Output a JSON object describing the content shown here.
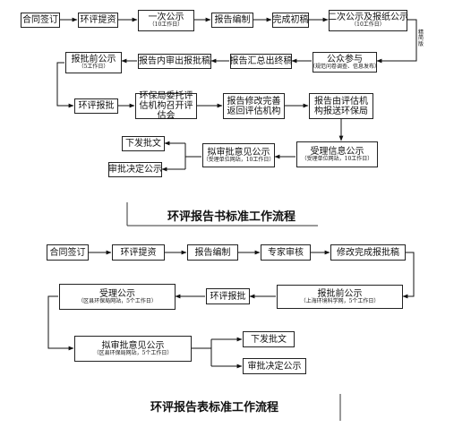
{
  "flow1": {
    "title": "环评报告书标准工作流程",
    "contract": "合同签订",
    "submit": "环评提资",
    "notice1": "一次公示",
    "notice1_note": "（10工作日）",
    "compile": "报告编制",
    "draft": "完成初稿",
    "notice2": "二次公示及报纸公示",
    "notice2_note": "（10工作日）",
    "side_note": "精简版",
    "public": "公众参与",
    "public_note": "（规范问卷调查、信息发布）",
    "summary": "报告汇总出终稿",
    "internal": "报告内审出报批稿",
    "pre_notice": "报批前公示",
    "pre_notice_note": "（5工作日）",
    "submit_approval": "环评报批",
    "epb_review": "环保局委托评估机构召开评估会",
    "revise": "报告修改完善返回评估机构",
    "eval_submit": "报告由评估机构报送环保局",
    "accept_notice": "受理信息公示",
    "accept_notice_note": "（受理单位网站，10工作日）",
    "pre_approval": "拟审批意见公示",
    "pre_approval_note": "（受理单位网站，10工作日）",
    "issue": "下发批文",
    "decision": "审批决定公示"
  },
  "flow2": {
    "title": "环评报告表标准工作流程",
    "contract": "合同签订",
    "submit": "环评提资",
    "compile": "报告编制",
    "expert": "专家审核",
    "final": "修改完成报批稿",
    "pre_notice": "报批前公示",
    "pre_notice_note": "（上海环境科学网，5个工作日）",
    "submit_approval": "环评报批",
    "accept_notice": "受理公示",
    "accept_notice_note": "（区县环保局网站，5个工作日）",
    "pre_approval": "拟审批意见公示",
    "pre_approval_note": "（区县环保局网站，5个工作日）",
    "issue": "下发批文",
    "decision": "审批决定公示"
  }
}
